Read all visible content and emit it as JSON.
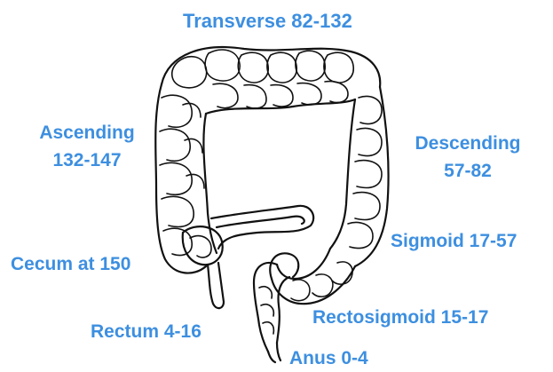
{
  "labels": {
    "transverse": "Transverse  82-132",
    "ascending_name": "Ascending",
    "ascending_range": "132-147",
    "descending_name": "Descending",
    "descending_range": "57-82",
    "sigmoid": "Sigmoid  17-57",
    "cecum": "Cecum at 150",
    "rectum": "Rectum  4-16",
    "rectosigmoid": "Rectosigmoid  15-17",
    "anus": "Anus  0-4"
  },
  "colors": {
    "label": "#3d8fe0",
    "outline": "#111111",
    "background": "#ffffff"
  }
}
